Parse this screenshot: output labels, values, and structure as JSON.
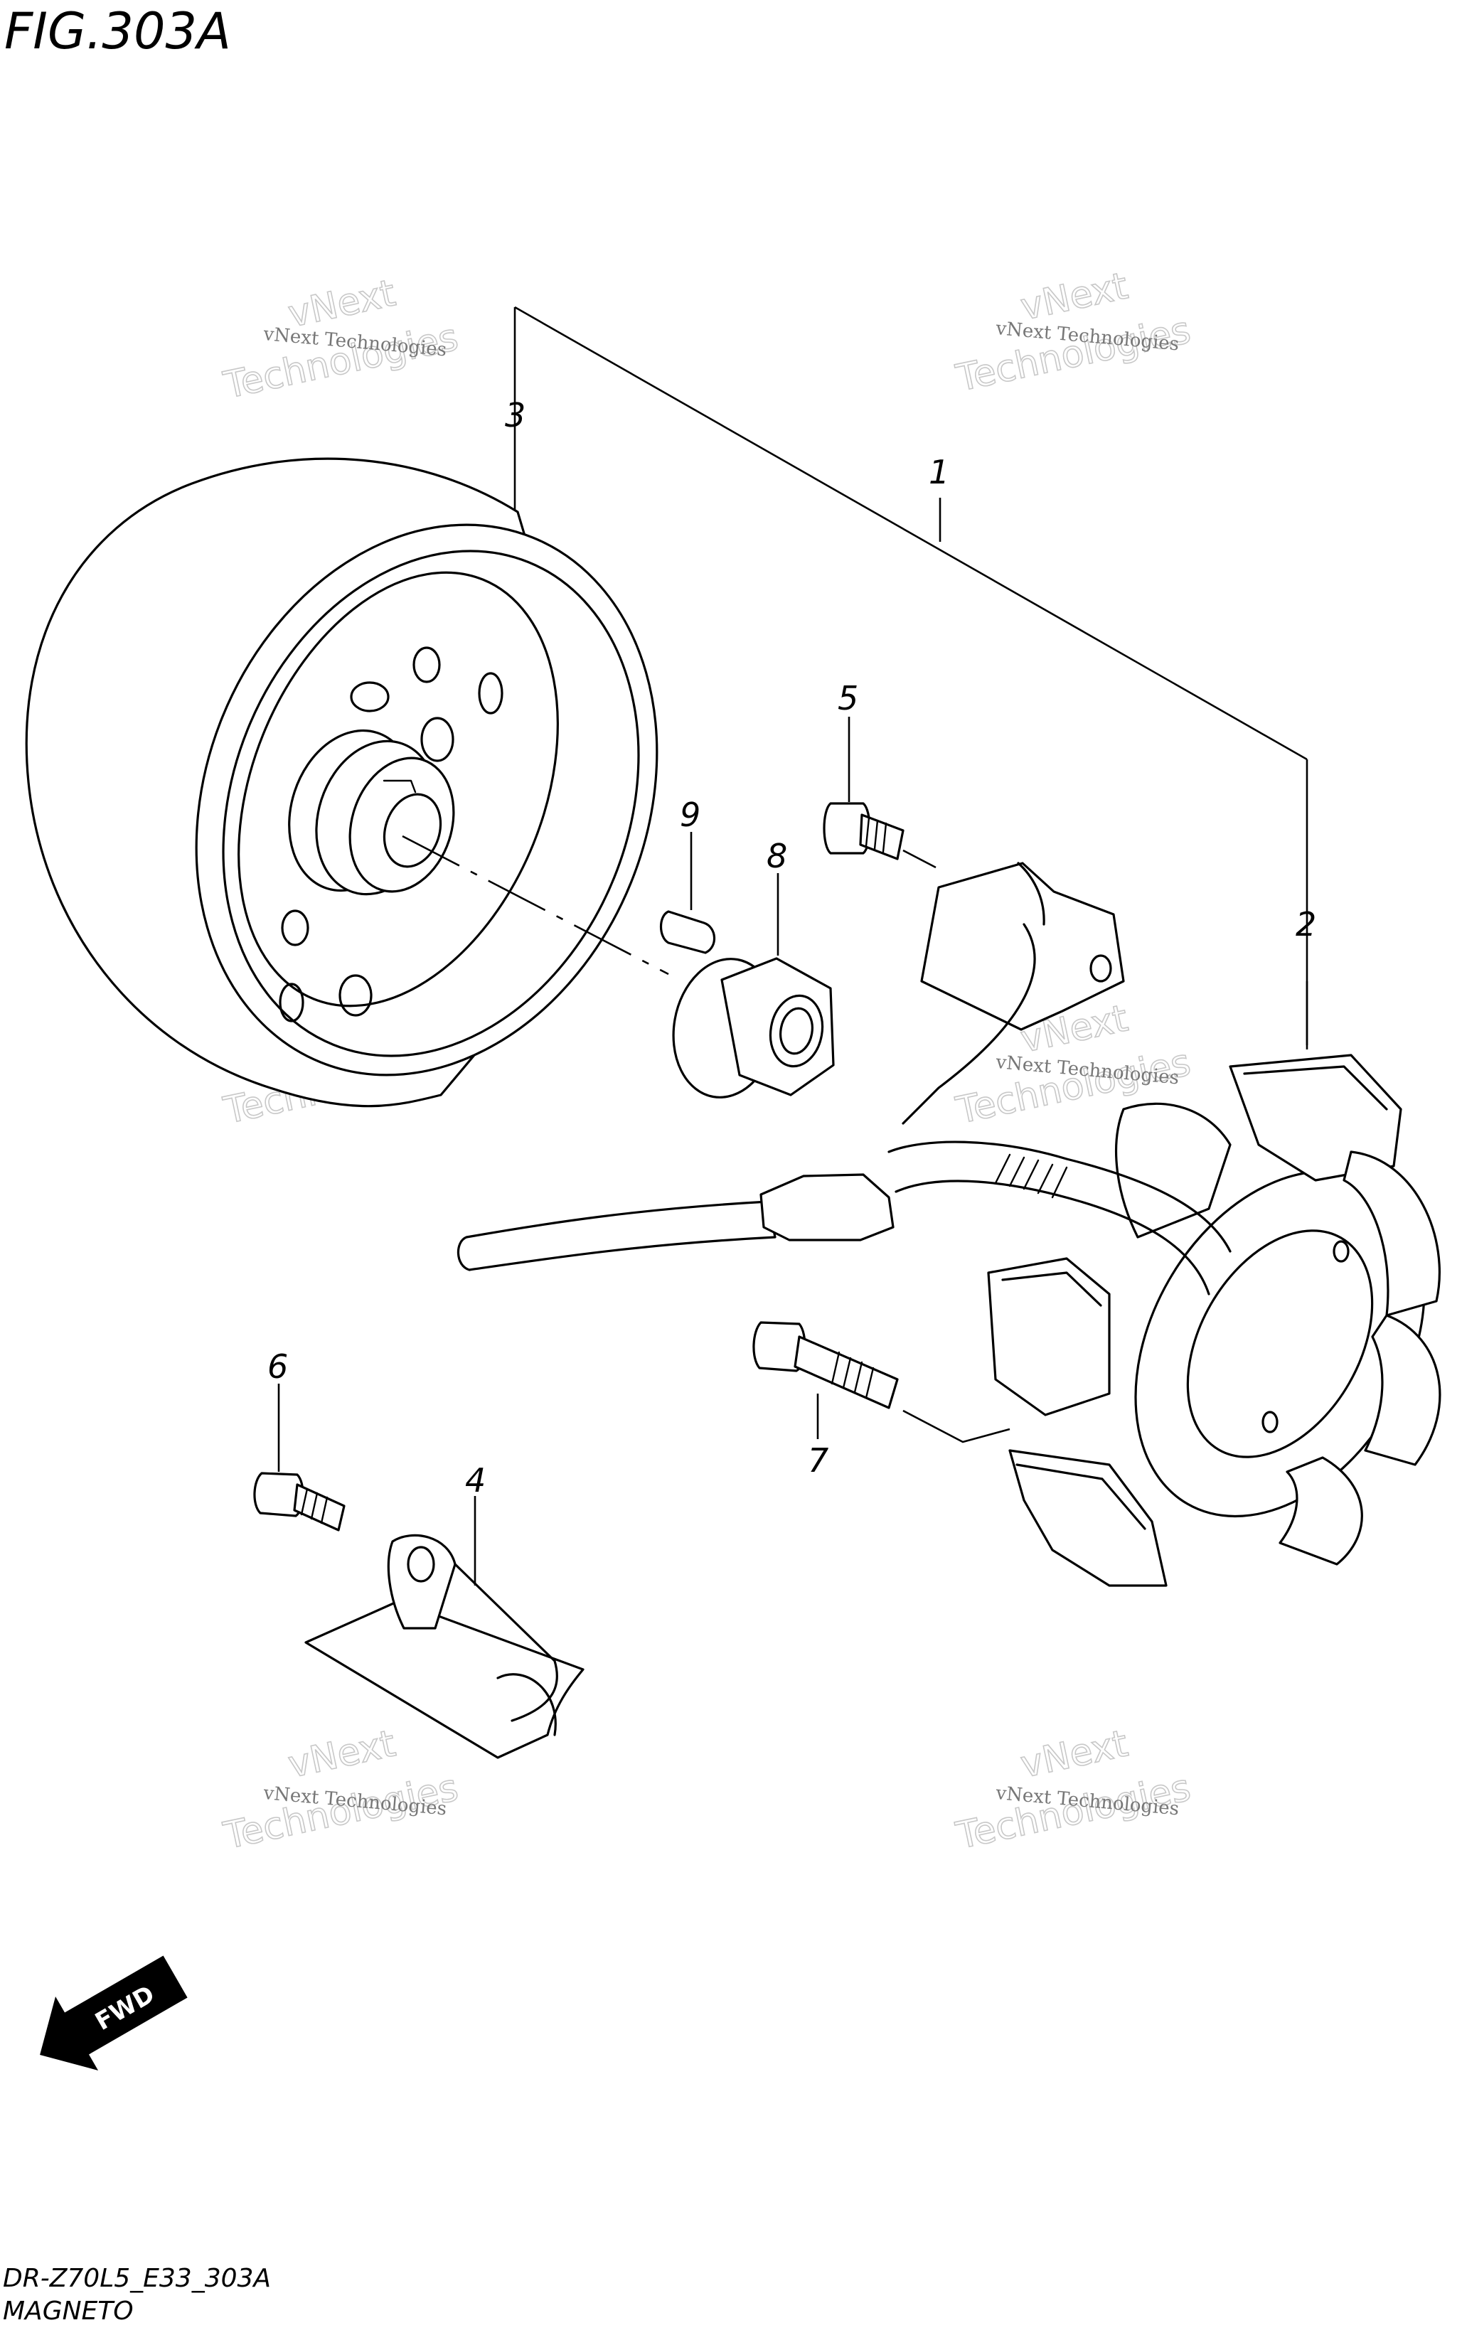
{
  "figure": {
    "title": "FIG.303A",
    "code": "DR-Z70L5_E33_303A",
    "name": "MAGNETO"
  },
  "callouts": [
    "1",
    "2",
    "3",
    "4",
    "5",
    "6",
    "7",
    "8",
    "9"
  ],
  "direction": {
    "label": "FWD"
  },
  "watermark": {
    "text": "vNext Technologies",
    "line1": "vNext",
    "line2": "Technologies"
  }
}
